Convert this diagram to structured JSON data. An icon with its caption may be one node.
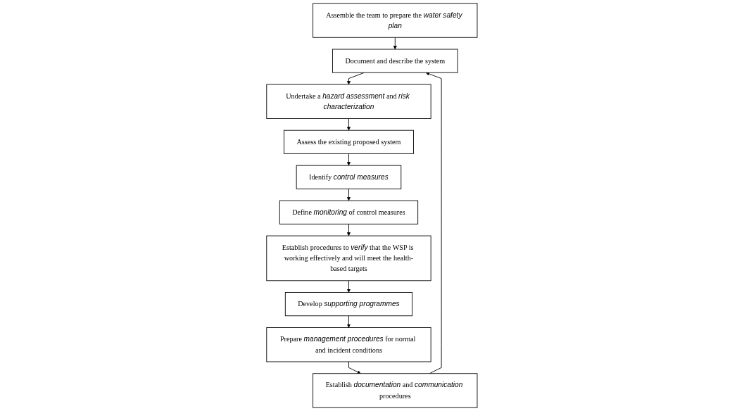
{
  "diagram": {
    "nodes": [
      {
        "text": [
          "Assemble the team to prepare the *water safety plan*"
        ]
      },
      {
        "text": [
          "Document and describe the system"
        ]
      },
      {
        "text": [
          "Undertake a *hazard assessment* and *risk characterization*"
        ]
      },
      {
        "text": [
          "Assess the existing proposed system"
        ]
      },
      {
        "text": [
          "Identify *control measures*"
        ]
      },
      {
        "text": [
          "Define *monitoring* of control measures"
        ]
      },
      {
        "text": [
          "Establish procedures to *verify* that the WSP is working effectively and will meet the health-based targets"
        ]
      },
      {
        "text": [
          "Develop *supporting programmes*"
        ]
      },
      {
        "text": [
          "Prepare *management procedures* for normal and incident conditions"
        ]
      },
      {
        "text": [
          "Establish *documentation* and *communication* procedures"
        ]
      }
    ],
    "edges": [
      {
        "from": 0,
        "to": 1,
        "arrow": "to"
      },
      {
        "from": 1,
        "to": 2,
        "arrow": "to"
      },
      {
        "from": 2,
        "to": 3,
        "arrow": "to"
      },
      {
        "from": 3,
        "to": 4,
        "arrow": "to"
      },
      {
        "from": 4,
        "to": 5,
        "arrow": "to"
      },
      {
        "from": 5,
        "to": 6,
        "arrow": "to"
      },
      {
        "from": 6,
        "to": 7,
        "arrow": "to"
      },
      {
        "from": 7,
        "to": 8,
        "arrow": "to"
      },
      {
        "from": 8,
        "to": 9,
        "arrow": "to"
      },
      {
        "from": 9,
        "to": 1,
        "arrow": "to"
      }
    ]
  }
}
